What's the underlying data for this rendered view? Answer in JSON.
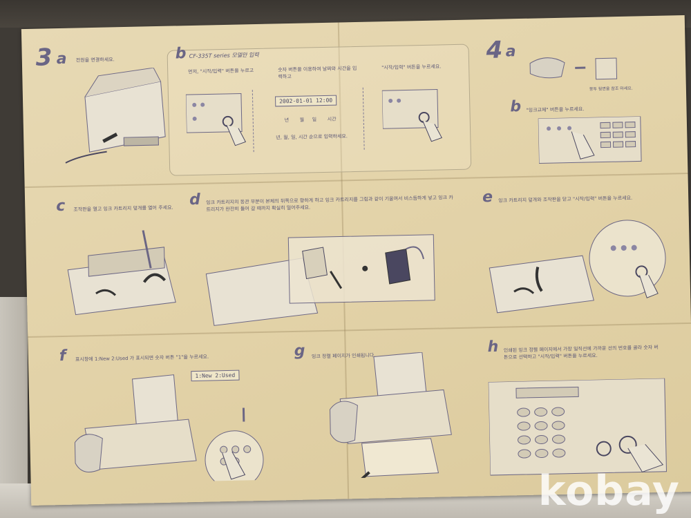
{
  "steps": {
    "s3": {
      "num": "3",
      "letter": "a",
      "text": "전원을 연결하세요."
    },
    "sb": {
      "letter": "b",
      "model": "CF-335T series 모델만 입력",
      "col1": "먼저, \"시작/입력\" 버튼을 누르고",
      "col2": "숫자 버튼을 이용하여 날짜와 시간을 입력하고",
      "col3": "\"시작/입력\" 버튼을 누르세요.",
      "lcd": "2002-01-01  12:00",
      "lcd_labels": [
        "년",
        "월",
        "일",
        "시간"
      ],
      "note": "년, 월, 일, 시간 순으로 입력하세요."
    },
    "s4": {
      "num": "4",
      "letter": "a",
      "note": "봉투 뒷면을 참조 마세요."
    },
    "s4b": {
      "letter": "b",
      "text": "\"잉크교체\" 버튼을 누르세요."
    },
    "sc": {
      "letter": "c",
      "text": "조작판을 열고 잉크 카트리지 덮개를 열어 주세요."
    },
    "sd": {
      "letter": "d",
      "text": "잉크 카트리지의 동관 부분이 본체의 뒤쪽으로 향하게 하고 잉크 카트리지를 그림과 같이 기울여서 비스듬하게 넣고 잉크 카트리지가 완전히 들어 갈 때까지 확실히 밀어주세요."
    },
    "se": {
      "letter": "e",
      "text": "잉크 카트리지 덮개와 조작판을 닫고 \"시작/입력\" 버튼을 누르세요."
    },
    "sf": {
      "letter": "f",
      "text": "표시창에 1:New  2:Used 가 표시되면 숫자 버튼 \"1\"을 누르세요.",
      "lcd": "1:New   2:Used"
    },
    "sg": {
      "letter": "g",
      "text": "잉크 정렬 페이지가 인쇄됩니다."
    },
    "sh": {
      "letter": "h",
      "text": "인쇄된 잉크 정렬 페이지에서 가장 일직선에 가까운 선의 번호를 골라 숫자 버튼으로 선택하고 \"시작/입력\" 버튼을 누르세요."
    }
  },
  "watermark": "kobay",
  "colors": {
    "paper": "#e3d3a9",
    "ink": "#6a6585"
  }
}
